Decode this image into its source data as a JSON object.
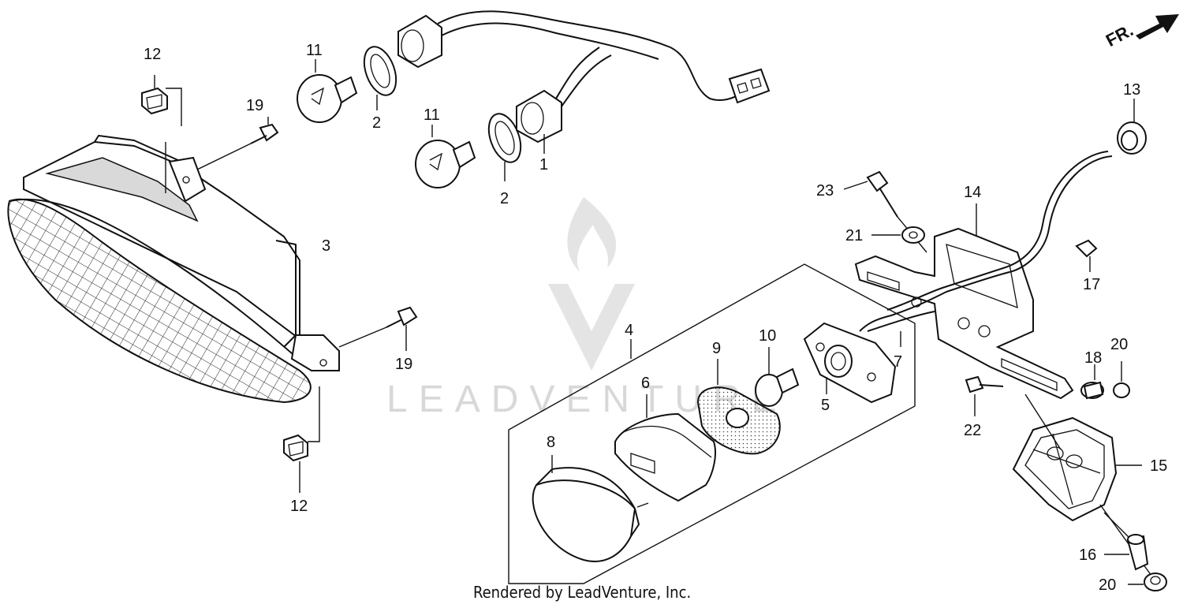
{
  "watermark": {
    "text": "LEADVENTURE"
  },
  "credit": "Rendered by LeadVenture, Inc.",
  "direction_label": "FR.",
  "callouts": {
    "c1": "1",
    "c2a": "2",
    "c2b": "2",
    "c3": "3",
    "c4": "4",
    "c5": "5",
    "c6": "6",
    "c7": "7",
    "c8": "8",
    "c9": "9",
    "c10": "10",
    "c11a": "11",
    "c11b": "11",
    "c12a": "12",
    "c12b": "12",
    "c13": "13",
    "c14": "14",
    "c15": "15",
    "c16": "16",
    "c17": "17",
    "c18": "18",
    "c19a": "19",
    "c19b": "19",
    "c20a": "20",
    "c20b": "20",
    "c21": "21",
    "c22": "22",
    "c23": "23"
  }
}
